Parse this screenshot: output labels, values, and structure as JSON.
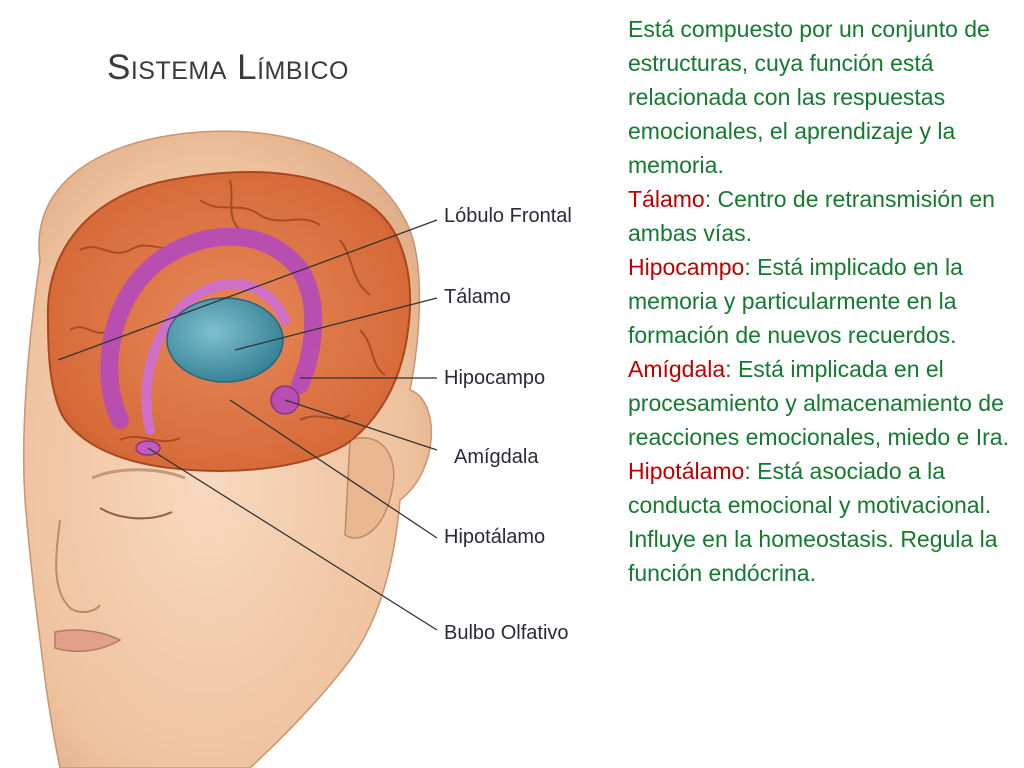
{
  "slide": {
    "title": "Sistema Límbico",
    "labels": {
      "lobulo_frontal": "Lóbulo Frontal",
      "talamo": "Tálamo",
      "hipocampo": "Hipocampo",
      "amigdala": "Amígdala",
      "hipotalamo": "Hipotálamo",
      "bulbo_olfativo": "Bulbo Olfativo"
    },
    "description": {
      "intro": "Está compuesto por un conjunto de estructuras, cuya función está relacionada  con las respuestas emocionales, el aprendizaje y la memoria.",
      "items": [
        {
          "term": "Tálamo",
          "text": ": Centro de retransmisión  en ambas vías."
        },
        {
          "term": "Hipocampo",
          "text": ": Está implicado en la memoria y particularmente en la formación de nuevos recuerdos."
        },
        {
          "term": "Amígdala",
          "text": ": Está implicada en el procesamiento y almacenamiento de reacciones emocionales, miedo e Ira."
        },
        {
          "term": "Hipotálamo",
          "text": ": Está asociado a la conducta emocional y motivacional. Influye en la homeostasis. Regula la función endócrina."
        }
      ]
    },
    "colors": {
      "body_text": "#147a2e",
      "term_text": "#c00000",
      "skin": "#f2c9a6",
      "brain": "#d9743f",
      "limbic": "#b84fb0",
      "thalamus": "#3f8fa3"
    }
  }
}
